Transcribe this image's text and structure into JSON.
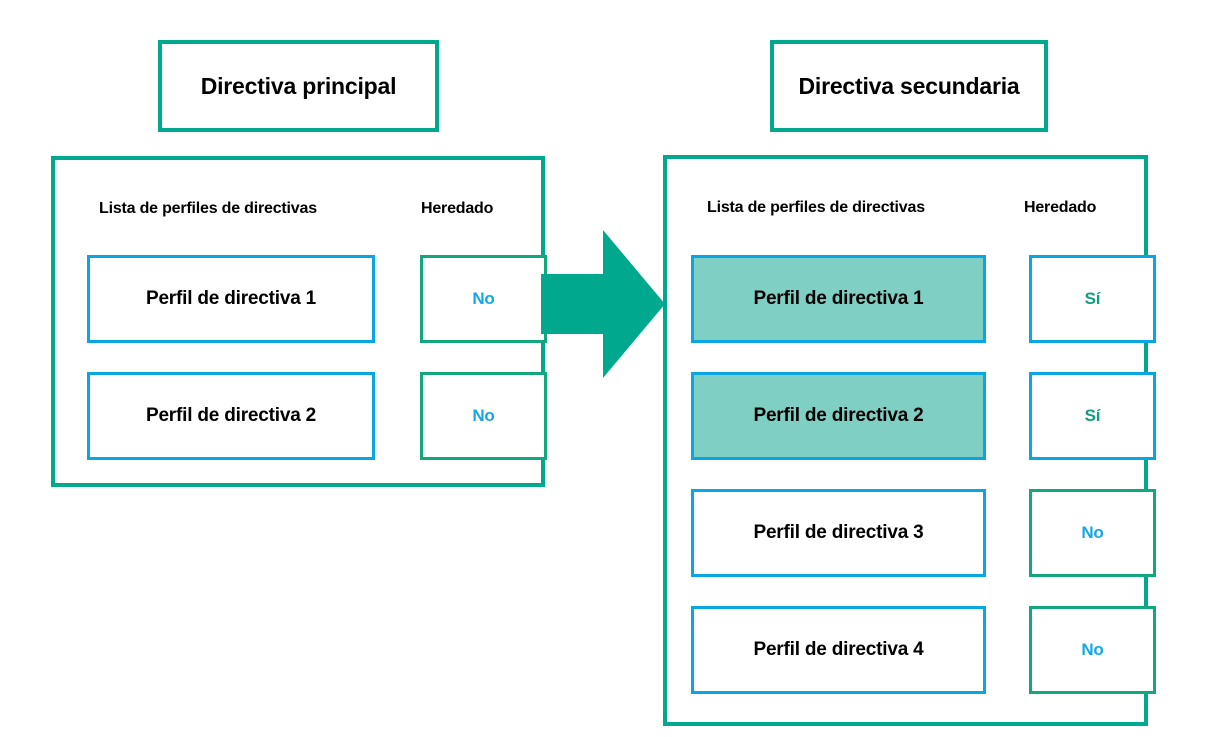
{
  "diagram": {
    "title_primary": "Directiva principal",
    "title_secondary": "Directiva secundaria",
    "arrow": "right-arrow-icon",
    "colors": {
      "panel_border_green": "#00a88e",
      "row_border_blue": "#0aa6e4",
      "inherited_border_green": "#13a77d",
      "highlight_fill": "#7fcfc4",
      "text_no": "#14a7e8",
      "text_si": "#0f9f7e",
      "arrow_fill": "#00a88e"
    }
  },
  "primary_policy": {
    "headers": {
      "list": "Lista de perfiles de directivas",
      "inherited": "Heredado"
    },
    "rows": [
      {
        "profile": "Perfil de directiva 1",
        "inherited": "No",
        "highlighted": false,
        "inherited_border": "green"
      },
      {
        "profile": "Perfil de directiva 2",
        "inherited": "No",
        "highlighted": false,
        "inherited_border": "green"
      }
    ]
  },
  "secondary_policy": {
    "headers": {
      "list": "Lista de perfiles de directivas",
      "inherited": "Heredado"
    },
    "rows": [
      {
        "profile": "Perfil de directiva 1",
        "inherited": "Sí",
        "highlighted": true,
        "inherited_border": "blue"
      },
      {
        "profile": "Perfil de directiva 2",
        "inherited": "Sí",
        "highlighted": true,
        "inherited_border": "blue"
      },
      {
        "profile": "Perfil de directiva 3",
        "inherited": "No",
        "highlighted": false,
        "inherited_border": "green"
      },
      {
        "profile": "Perfil de directiva 4",
        "inherited": "No",
        "highlighted": false,
        "inherited_border": "green"
      }
    ]
  }
}
